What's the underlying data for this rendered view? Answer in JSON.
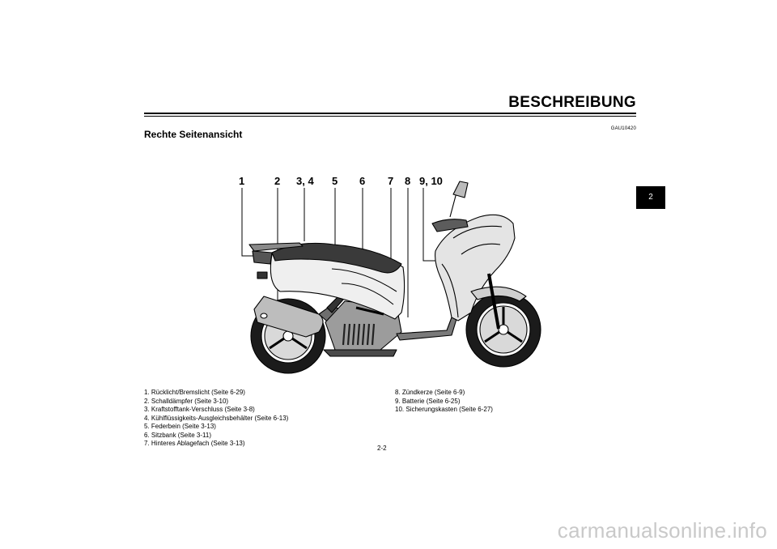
{
  "header": {
    "chapter_title": "BESCHREIBUNG",
    "doc_code": "GAU10420",
    "section_title": "Rechte Seitenansicht",
    "chapter_tab": "2"
  },
  "diagram": {
    "callouts": [
      "1",
      "2",
      "3, 4",
      "5",
      "6",
      "7",
      "8",
      "9, 10"
    ]
  },
  "legend": {
    "left": [
      "1. Rücklicht/Bremslicht (Seite 6-29)",
      "2. Schalldämpfer (Seite 3-10)",
      "3. Kraftstofftank-Verschluss (Seite 3-8)",
      "4. Kühlflüssigkeits-Ausgleichsbehälter (Seite 6-13)",
      "5. Federbein (Seite 3-13)",
      "6. Sitzbank (Seite 3-11)",
      "7. Hinteres Ablagefach (Seite 3-13)"
    ],
    "right": [
      "8. Zündkerze (Seite 6-9)",
      "9. Batterie (Seite 6-25)",
      "10. Sicherungskasten (Seite 6-27)"
    ]
  },
  "footer": {
    "page_number": "2-2",
    "watermark": "carmanualsonline.info"
  }
}
